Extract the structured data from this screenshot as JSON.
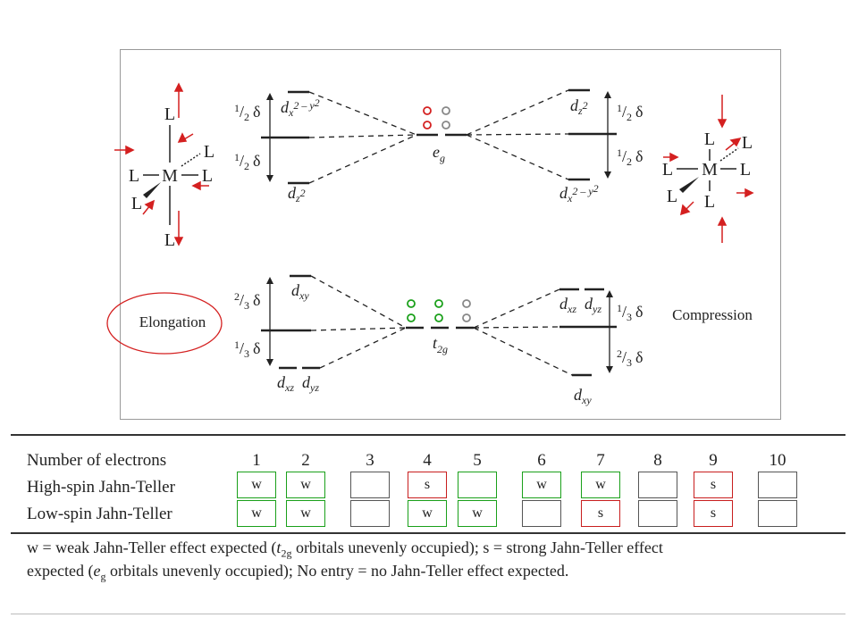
{
  "diagram": {
    "ligand": "L",
    "metal": "M",
    "delta": "δ",
    "half": "1",
    "half_den": "2",
    "third": "1",
    "third_den": "3",
    "twothird": "2",
    "twothird_den": "3",
    "left_labels": {
      "dx2y2": "d",
      "dx2y2_sub": "x",
      "dx2y2_sup": "2 – y",
      "dx2y2_sup2": "2",
      "dz2": "d",
      "dz2_sub": "z",
      "dz2_sup": "2",
      "dxy": "d",
      "dxy_sub": "xy",
      "dxz": "d",
      "dxz_sub": "xz",
      "dyz": "d",
      "dyz_sub": "yz"
    },
    "center": {
      "eg": "e",
      "eg_sub": "g",
      "t2g": "t",
      "t2g_sub": "2g"
    },
    "left_caption": "Elongation",
    "right_caption": "Compression",
    "colors": {
      "arrow": "#d42020",
      "ellipse": "#d42020",
      "electron_red": "#d42020",
      "electron_green": "#1aa01a",
      "electron_gray": "#888888"
    }
  },
  "table": {
    "header_label": "Number of electrons",
    "columns": [
      "1",
      "2",
      "3",
      "4",
      "5",
      "6",
      "7",
      "8",
      "9",
      "10"
    ],
    "rows": [
      {
        "label": "High-spin Jahn-Teller",
        "cells": [
          "w",
          "w",
          "",
          "s",
          "",
          "w",
          "w",
          "",
          "s",
          ""
        ],
        "borders": [
          "green",
          "green",
          "gray",
          "red",
          "green",
          "green",
          "green",
          "gray",
          "red",
          "gray"
        ]
      },
      {
        "label": "Low-spin Jahn-Teller",
        "cells": [
          "w",
          "w",
          "",
          "w",
          "w",
          "",
          "s",
          "",
          "s",
          ""
        ],
        "borders": [
          "green",
          "green",
          "gray",
          "green",
          "green",
          "gray",
          "red",
          "gray",
          "red",
          "gray"
        ]
      }
    ],
    "footnote_1a": "w = weak Jahn-Teller effect expected (",
    "footnote_1b": "t",
    "footnote_1c": "2g",
    "footnote_1d": " orbitals unevenly occupied); s = strong Jahn-Teller effect",
    "footnote_2a": "expected (",
    "footnote_2b": "e",
    "footnote_2c": "g",
    "footnote_2d": " orbitals unevenly occupied); No entry = no Jahn-Teller effect expected.",
    "border_colors": {
      "green": "#1aa01a",
      "red": "#c81e1e",
      "gray": "#555555"
    }
  }
}
